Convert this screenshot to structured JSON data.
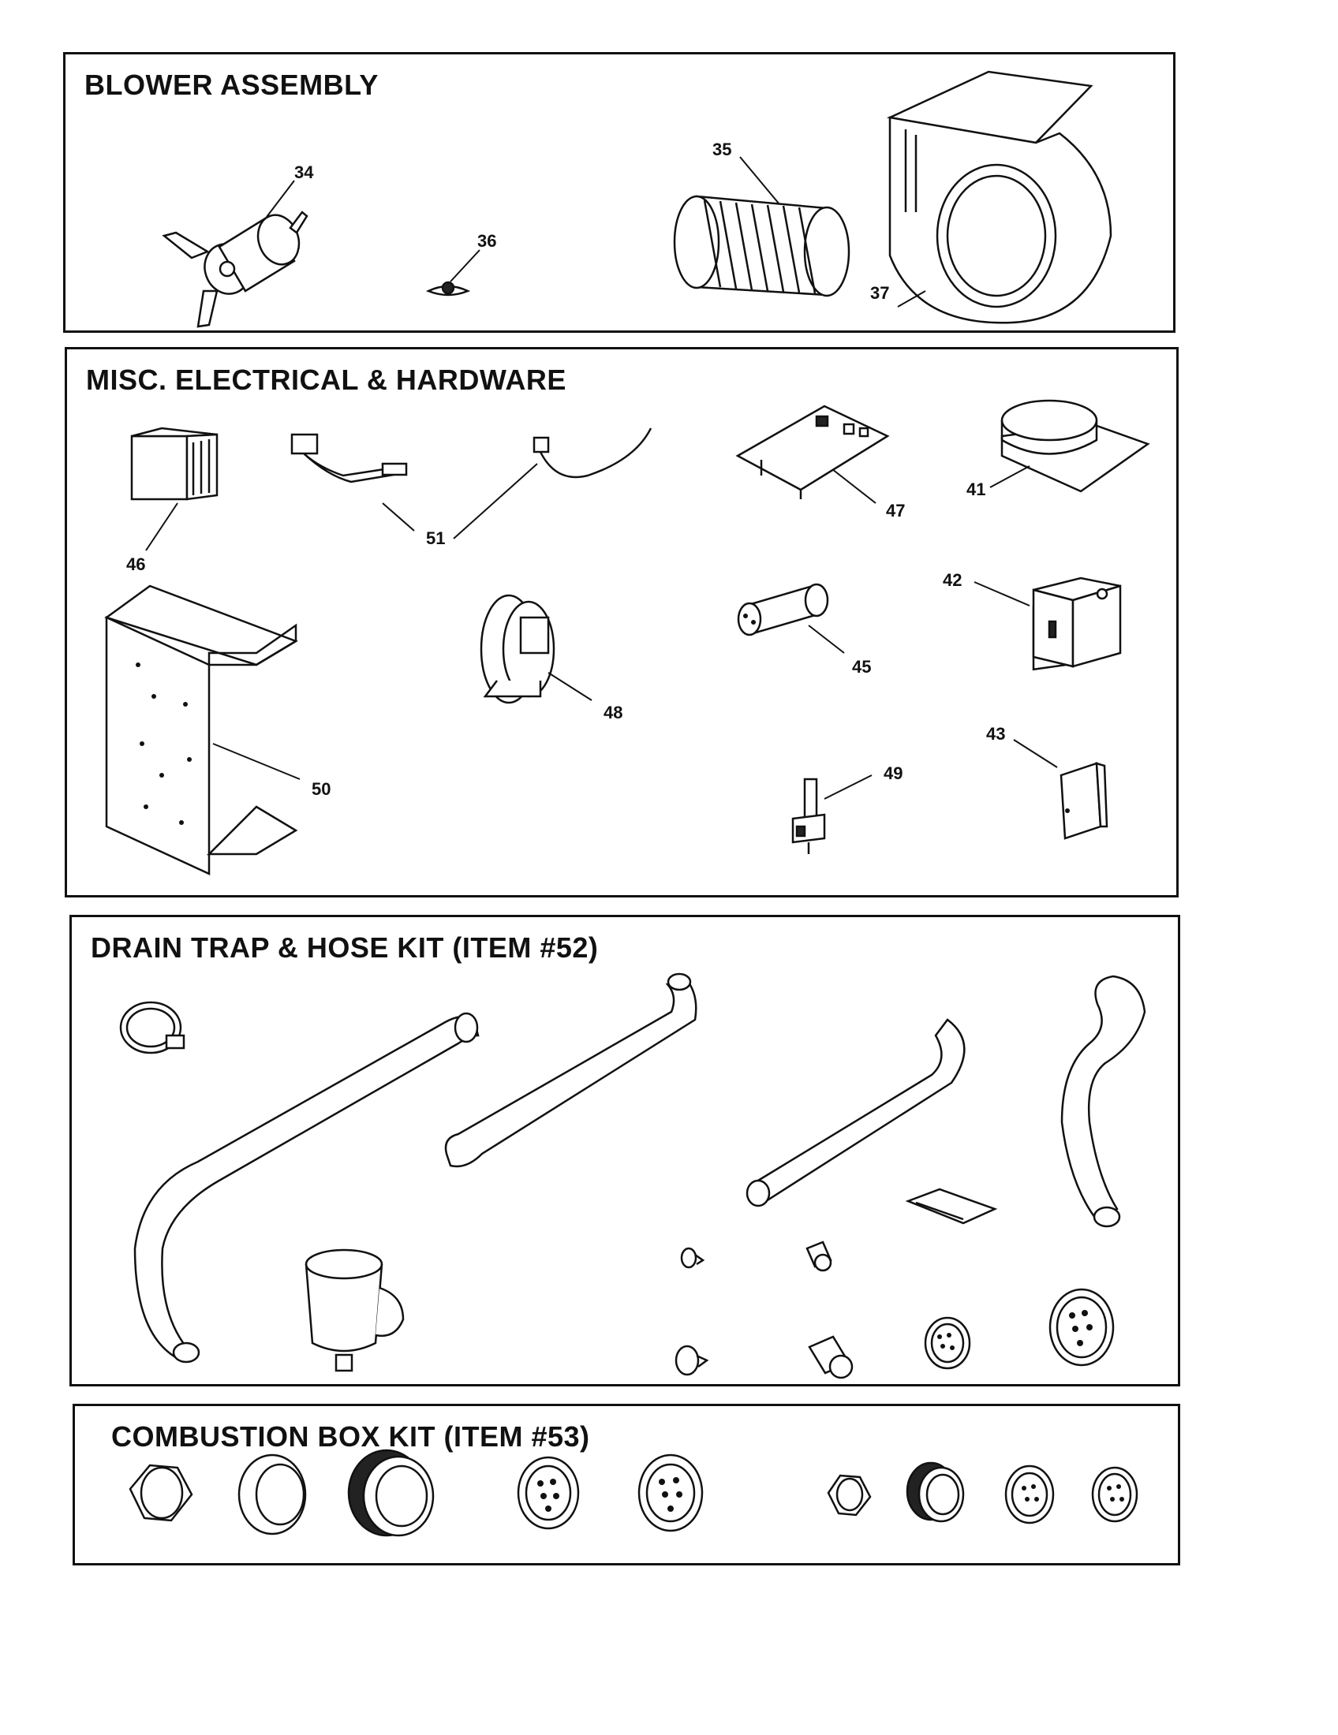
{
  "panels": {
    "blower": {
      "title": "BLOWER ASSEMBLY",
      "callouts": [
        "34",
        "35",
        "36",
        "37"
      ]
    },
    "electrical": {
      "title": "MISC. ELECTRICAL & HARDWARE",
      "callouts": [
        "51",
        "47",
        "41",
        "46",
        "42",
        "45",
        "48",
        "50",
        "43",
        "49"
      ]
    },
    "drain": {
      "title": "DRAIN TRAP & HOSE KIT (ITEM #52)"
    },
    "combustion": {
      "title": "COMBUSTION BOX KIT (ITEM #53)"
    }
  }
}
